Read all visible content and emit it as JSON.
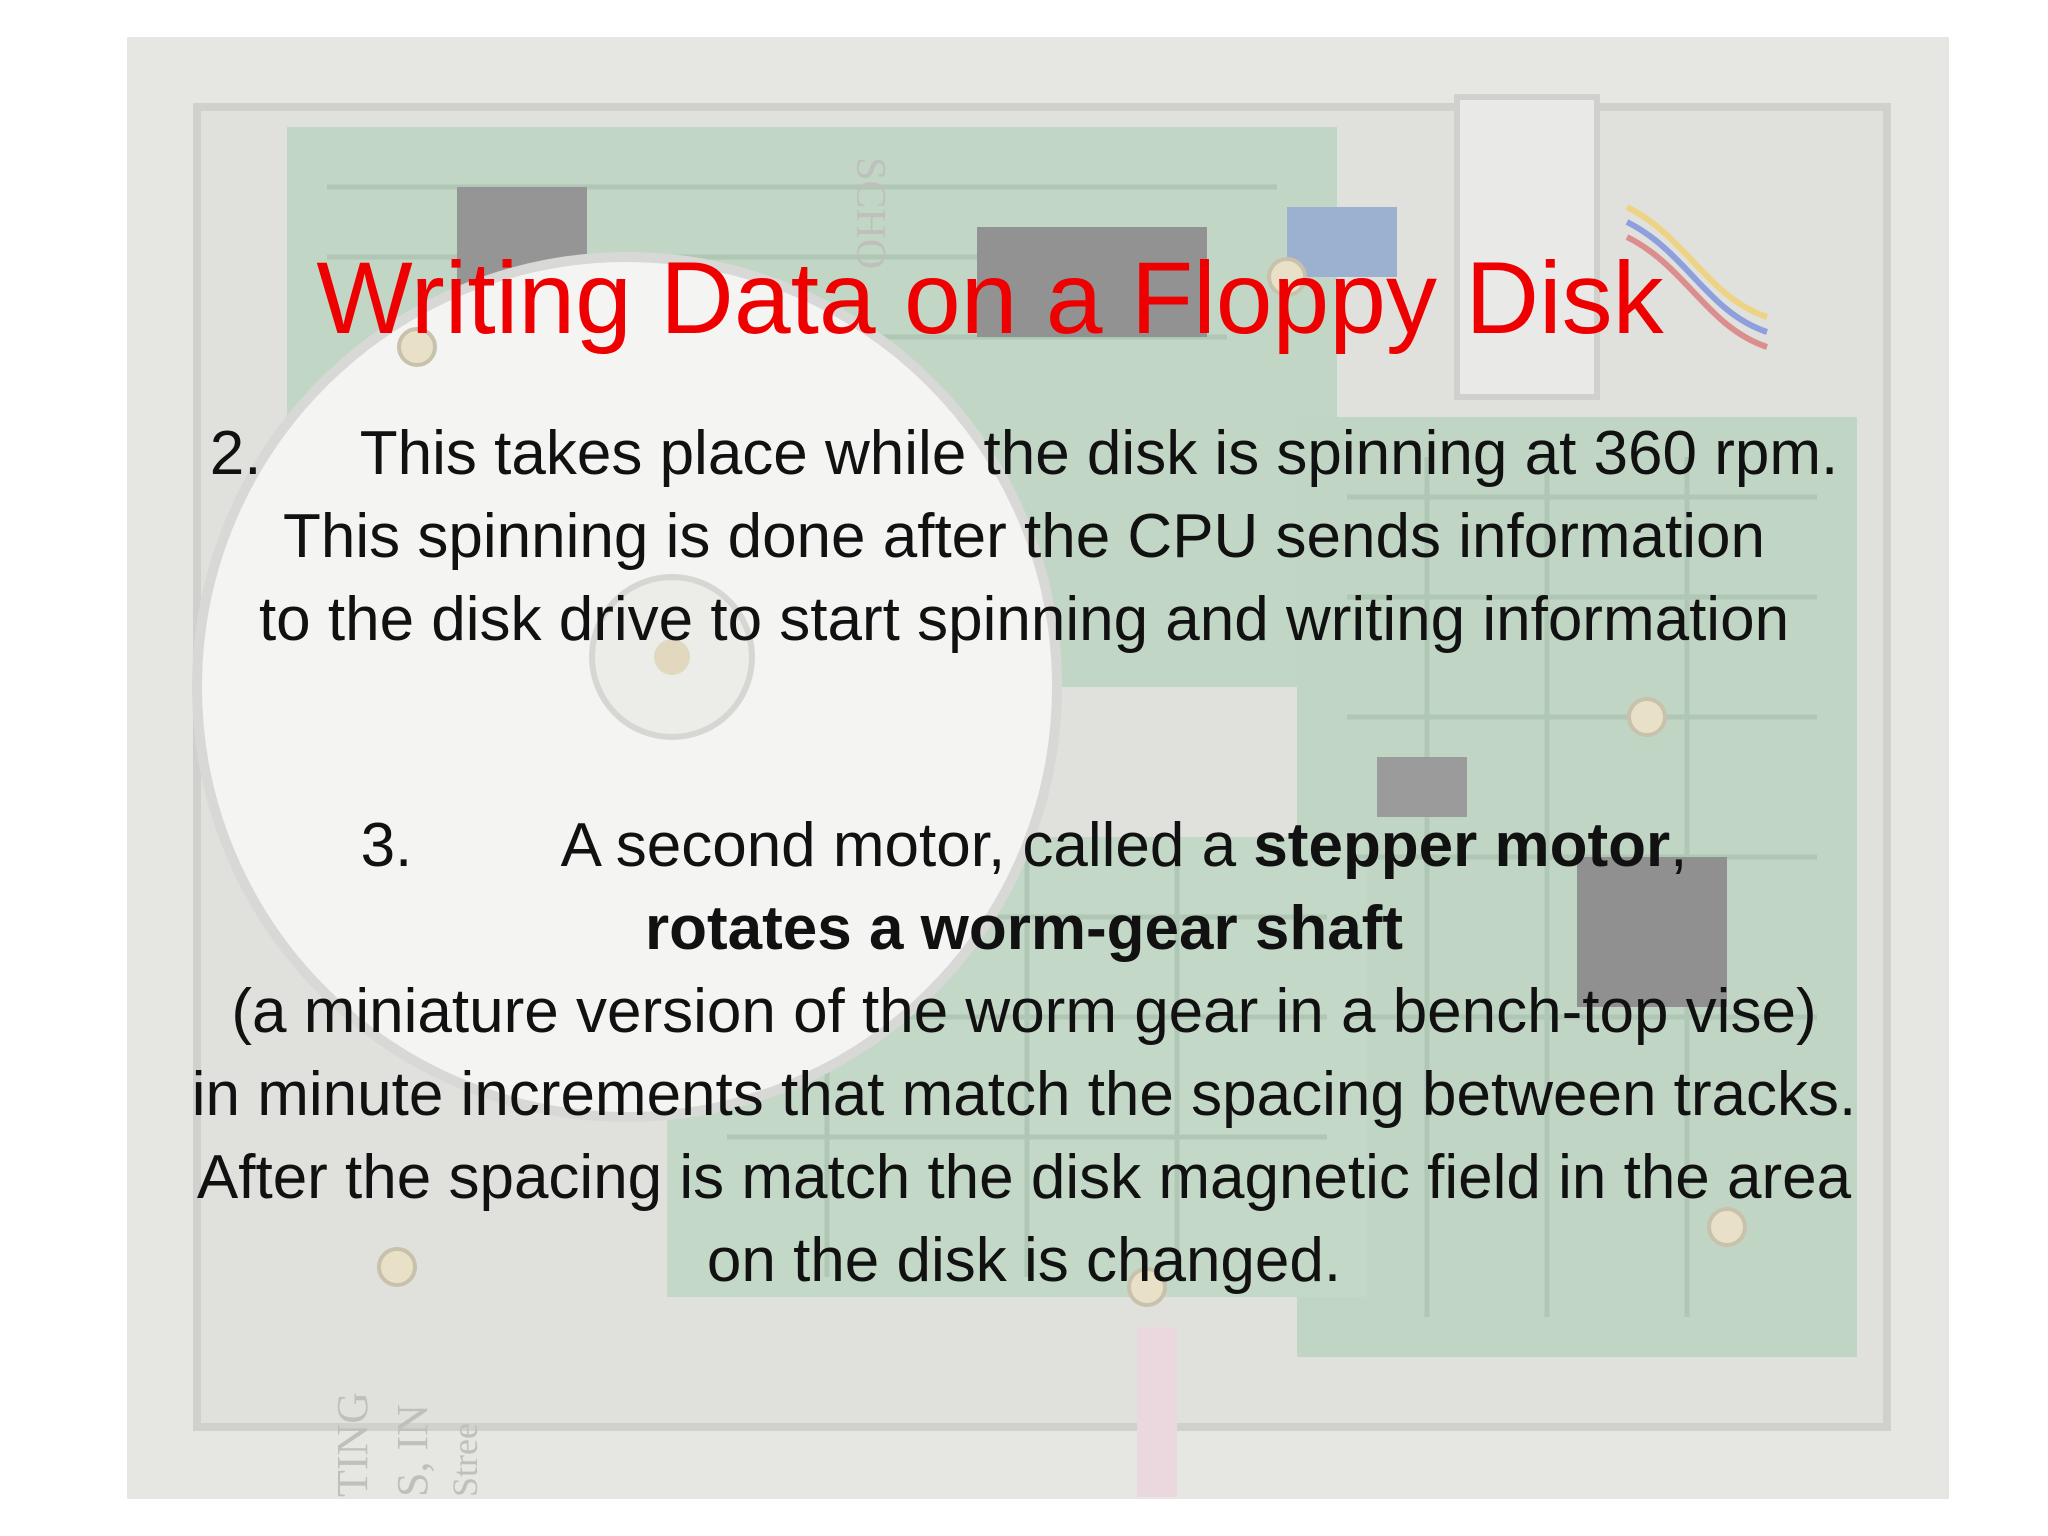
{
  "slide": {
    "title": "Writing Data on a Floppy Disk",
    "background": {
      "photo_subject": "floppy-disk-drive-internals",
      "overlay_text": {
        "top": "SCHO",
        "bottom_left_1": "TING",
        "bottom_left_2": "S, IN",
        "bottom_left_3": "Stree"
      },
      "colors": {
        "board": "#8fb596",
        "motor": "#ececea",
        "frame": "#c9c9c4"
      }
    },
    "point2": {
      "number": "2.",
      "line1": "This takes place while the disk is spinning at 360 rpm.",
      "line2": "This spinning is done after the CPU sends information",
      "line3": "to the disk drive to start spinning and writing information"
    },
    "point3": {
      "number": "3.",
      "line1_pre": "A second motor, called a ",
      "line1_bold": "stepper motor",
      "line1_post": ",",
      "line2_bold": "rotates a worm-gear shaft",
      "line3": "(a miniature version of the worm gear in a bench-top vise)",
      "line4": "in minute increments that match the spacing between tracks.",
      "line5": "After the spacing is match the disk magnetic field in the area",
      "line6": "on the disk is changed."
    },
    "colors": {
      "title": "#ee0000",
      "body": "#111111"
    }
  }
}
